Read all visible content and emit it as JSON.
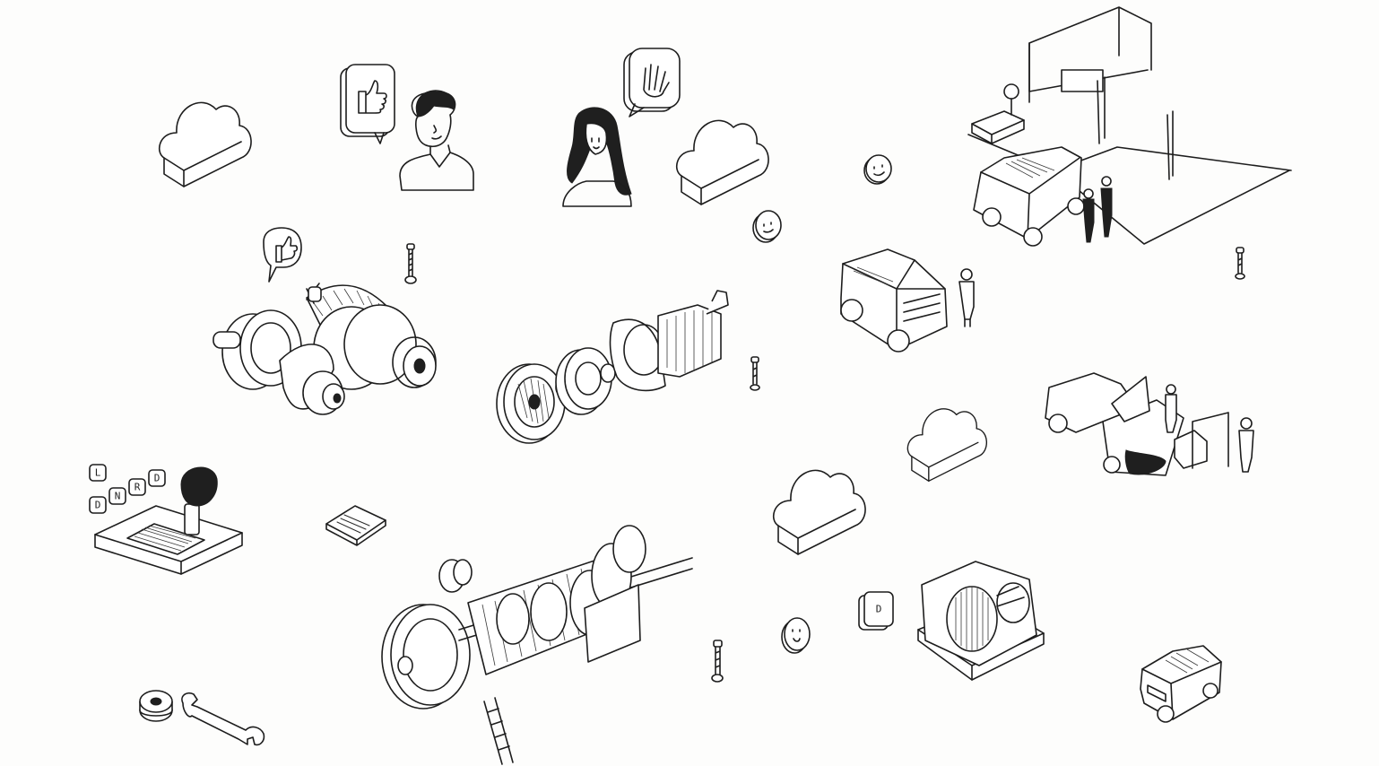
{
  "gear_selector": {
    "keys": [
      "L",
      "D",
      "N",
      "R",
      "D"
    ]
  },
  "drive_tile": {
    "label": "D"
  },
  "palette": {
    "ink": "#1d1d1d",
    "paper": "#fdfdfc"
  },
  "icons": [
    "cloud-icon",
    "thumbs-up-icon",
    "wave-hand-icon",
    "bolt-icon",
    "wrench-icon",
    "nut-icon",
    "coin-icon",
    "gear-shifter-icon",
    "car-icon",
    "person-icon"
  ]
}
